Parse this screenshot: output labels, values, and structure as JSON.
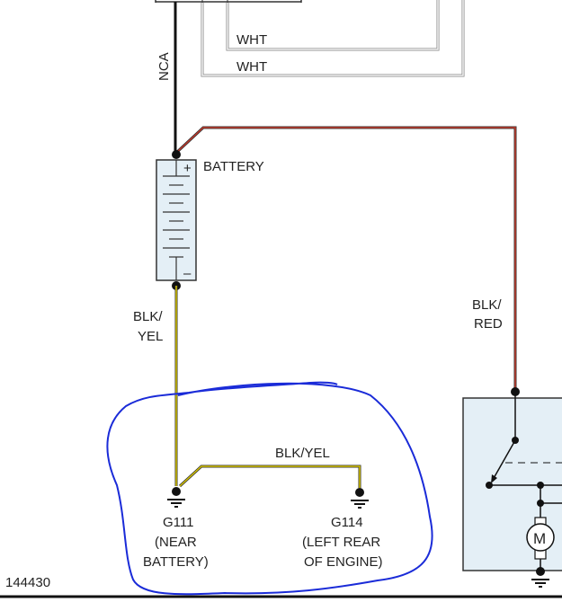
{
  "wires": {
    "wht_top": "WHT",
    "wht_bottom": "WHT",
    "nca": "NCA",
    "blk_yel_left_line1": "BLK/",
    "blk_yel_left_line2": "YEL",
    "blk_yel_mid": "BLK/YEL",
    "blk_red_line1": "BLK/",
    "blk_red_line2": "RED"
  },
  "battery": {
    "label": "BATTERY",
    "plus": "+",
    "minus": "–"
  },
  "grounds": {
    "g111": {
      "id": "G111",
      "line1": "(NEAR",
      "line2": "BATTERY)"
    },
    "g114": {
      "id": "G114",
      "line1": "(LEFT REAR",
      "line2": "OF ENGINE)"
    }
  },
  "motor": {
    "label": "M"
  },
  "figure_number": "144430",
  "colors": {
    "nca_wire": "#111111",
    "blk_red_wire": "#c0392b",
    "blk_yel_wire": "#d4c200",
    "wht_wire": "#cccccc",
    "component_fill": "#e4eff6",
    "annotation_ink": "#1a2bd8"
  }
}
